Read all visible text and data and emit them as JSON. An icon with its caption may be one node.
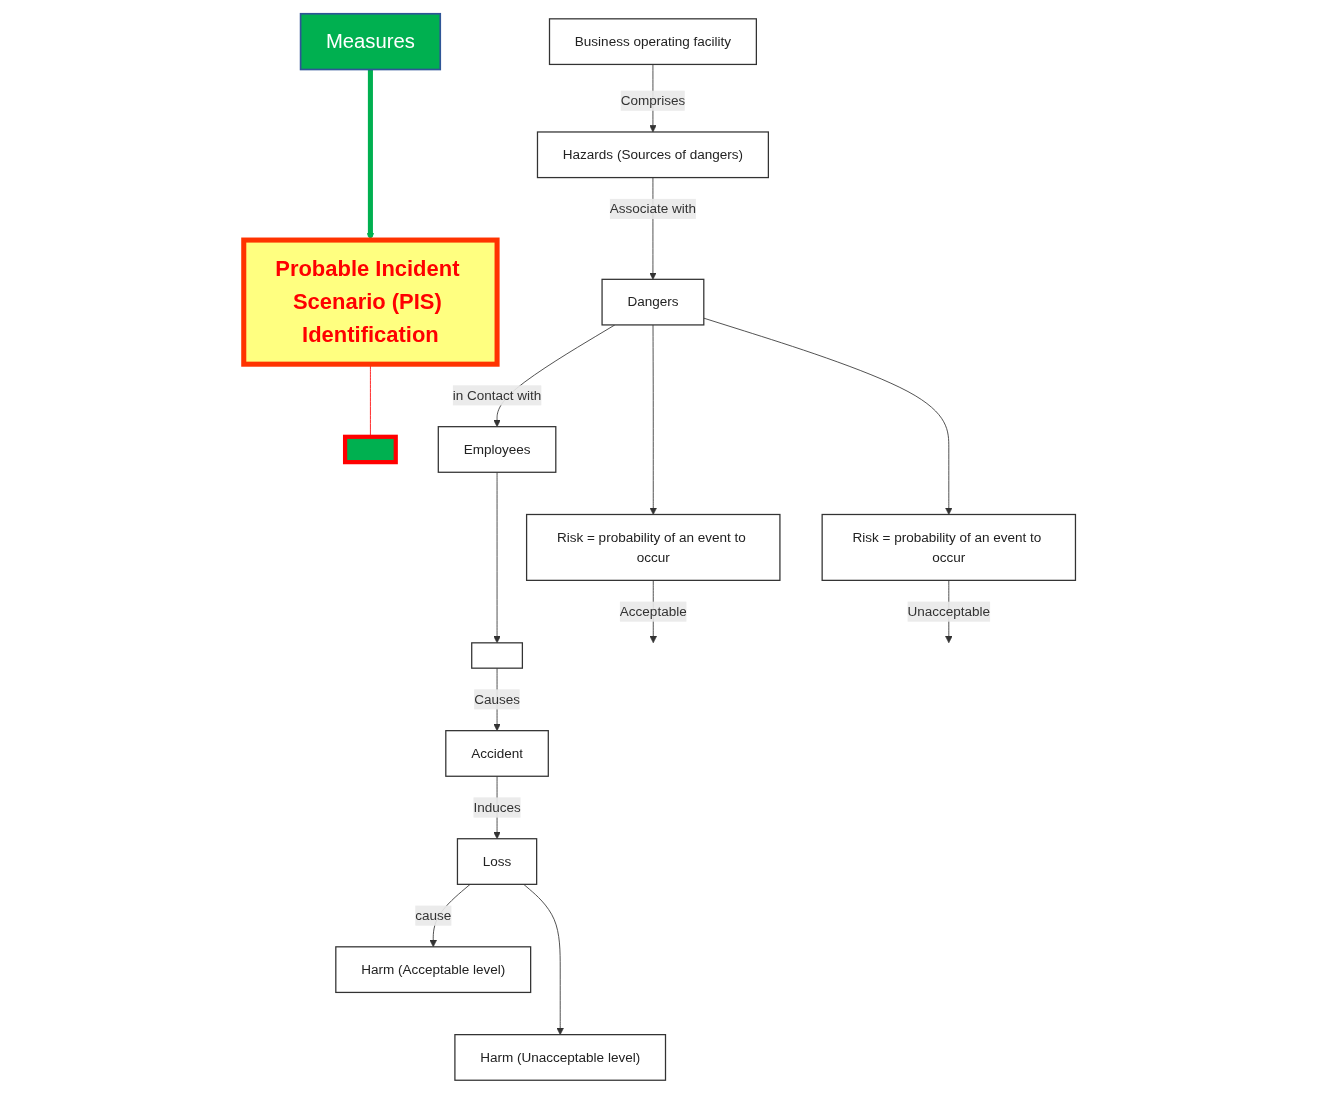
{
  "diagram": {
    "nodes": [
      {
        "text": [
          "Business operating facility"
        ]
      },
      {
        "text": [
          "Hazards (Sources of dangers)"
        ]
      },
      {
        "text": [
          "Dangers"
        ]
      },
      {
        "text": [
          "Employees"
        ]
      },
      {
        "text": [],
        "shape": "box"
      },
      {
        "text": [
          "Accident"
        ]
      },
      {
        "text": [
          "Loss"
        ]
      },
      {
        "text": [
          "Harm (Acceptable level)"
        ]
      },
      {
        "text": [
          "Harm (Unacceptable level)"
        ]
      },
      {
        "text": [
          "Risk = probability of an event to occur"
        ]
      },
      {
        "text": [
          "Risk = probability of an event to occur"
        ]
      },
      {
        "text": [
          "Probable Incident Scenario (PIS) Identification"
        ]
      },
      {
        "text": [
          "Measures"
        ]
      },
      {
        "text": [],
        "shape": "box"
      }
    ],
    "edges": [
      {
        "from": 0,
        "to": 1,
        "arrow": "to",
        "label": "Comprises"
      },
      {
        "from": 1,
        "to": 2,
        "arrow": "to",
        "label": "Associate with"
      },
      {
        "from": 2,
        "to": 3,
        "arrow": "to",
        "label": "in Contact with"
      },
      {
        "from": 3,
        "to": 4,
        "arrow": "to"
      },
      {
        "from": 4,
        "to": 5,
        "arrow": "to",
        "label": "Causes"
      },
      {
        "from": 5,
        "to": 6,
        "arrow": "to",
        "label": "Induces"
      },
      {
        "from": 6,
        "to": 7,
        "arrow": "to",
        "label": "cause"
      },
      {
        "from": 6,
        "to": 8,
        "arrow": "to"
      },
      {
        "from": 2,
        "to": 9,
        "arrow": "to"
      },
      {
        "from": 2,
        "to": 10,
        "arrow": "to"
      },
      {
        "from": 9,
        "to": null,
        "arrow": "to",
        "label": "Acceptable"
      },
      {
        "from": 10,
        "to": null,
        "arrow": "to",
        "label": "Unacceptable"
      },
      {
        "from": 12,
        "to": 11,
        "arrow": "to",
        "style": "thick",
        "color": "#00b050"
      },
      {
        "from": 11,
        "to": 13,
        "arrow": "none",
        "color": "#ff0000"
      }
    ]
  }
}
